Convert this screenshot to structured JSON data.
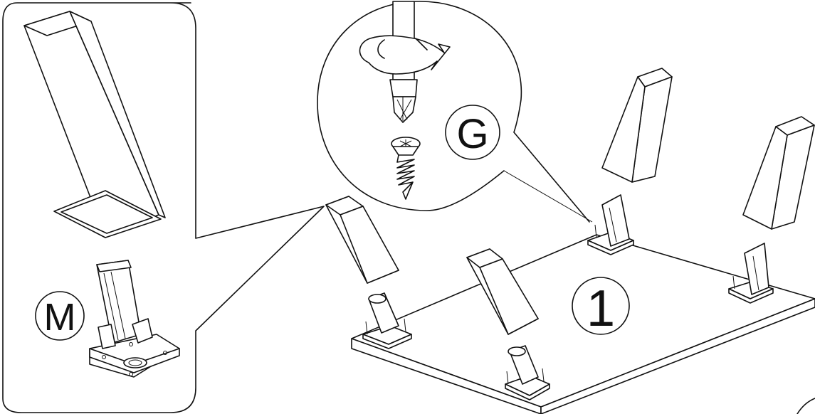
{
  "labels": {
    "leg_part": "M",
    "screw_part": "G",
    "step_number": "1"
  },
  "icons": [
    "rotate-arrow-icon",
    "screwdriver-icon",
    "screw-icon"
  ]
}
